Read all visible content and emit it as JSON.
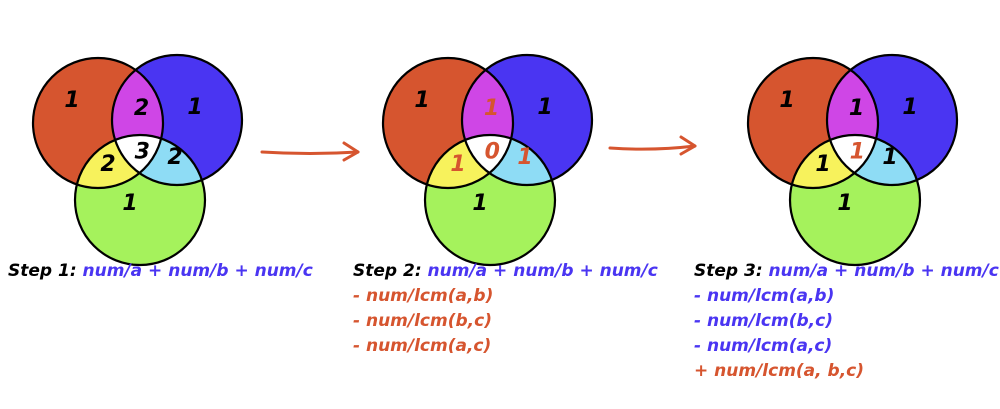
{
  "colors": {
    "red": "#d6552f",
    "blue": "#4a35f2",
    "green": "#a5f25c",
    "magenta": "#cf46e6",
    "yellow": "#f7f25c",
    "cyan": "#8edcf5",
    "center": "#ffffff",
    "outline": "#000000",
    "arrow": "#d6552f",
    "text_blue": "#4a35f2",
    "text_red": "#d6552f"
  },
  "diagrams": [
    {
      "name": "step1",
      "labels": {
        "a_only": {
          "text": "1",
          "color": "#000000"
        },
        "b_only": {
          "text": "1",
          "color": "#000000"
        },
        "c_only": {
          "text": "1",
          "color": "#000000"
        },
        "ab": {
          "text": "2",
          "color": "#000000"
        },
        "ac": {
          "text": "2",
          "color": "#000000"
        },
        "bc": {
          "text": "2",
          "color": "#000000"
        },
        "abc": {
          "text": "3",
          "color": "#000000"
        }
      }
    },
    {
      "name": "step2",
      "labels": {
        "a_only": {
          "text": "1",
          "color": "#000000"
        },
        "b_only": {
          "text": "1",
          "color": "#000000"
        },
        "c_only": {
          "text": "1",
          "color": "#000000"
        },
        "ab": {
          "text": "1",
          "color": "#d6552f"
        },
        "ac": {
          "text": "1",
          "color": "#d6552f"
        },
        "bc": {
          "text": "1",
          "color": "#d6552f"
        },
        "abc": {
          "text": "0",
          "color": "#d6552f"
        }
      }
    },
    {
      "name": "step3",
      "labels": {
        "a_only": {
          "text": "1",
          "color": "#000000"
        },
        "b_only": {
          "text": "1",
          "color": "#000000"
        },
        "c_only": {
          "text": "1",
          "color": "#000000"
        },
        "ab": {
          "text": "1",
          "color": "#000000"
        },
        "ac": {
          "text": "1",
          "color": "#000000"
        },
        "bc": {
          "text": "1",
          "color": "#000000"
        },
        "abc": {
          "text": "1",
          "color": "#d6552f"
        }
      }
    }
  ],
  "captions": [
    {
      "label": "Step 1:",
      "lines": [
        {
          "text": " num/a + num/b + num/c",
          "color": "#4a35f2"
        }
      ]
    },
    {
      "label": "Step 2:",
      "lines": [
        {
          "text": " num/a + num/b + num/c",
          "color": "#4a35f2"
        },
        {
          "text": "- num/lcm(a,b)",
          "color": "#d6552f"
        },
        {
          "text": "- num/lcm(b,c)",
          "color": "#d6552f"
        },
        {
          "text": "- num/lcm(a,c)",
          "color": "#d6552f"
        }
      ]
    },
    {
      "label": "Step 3:",
      "lines": [
        {
          "text": " num/a + num/b + num/c",
          "color": "#4a35f2"
        },
        {
          "text": "- num/lcm(a,b)",
          "color": "#4a35f2"
        },
        {
          "text": "- num/lcm(b,c)",
          "color": "#4a35f2"
        },
        {
          "text": "- num/lcm(a,c)",
          "color": "#4a35f2"
        },
        {
          "text": "+ num/lcm(a, b,c)",
          "color": "#d6552f"
        }
      ]
    }
  ]
}
